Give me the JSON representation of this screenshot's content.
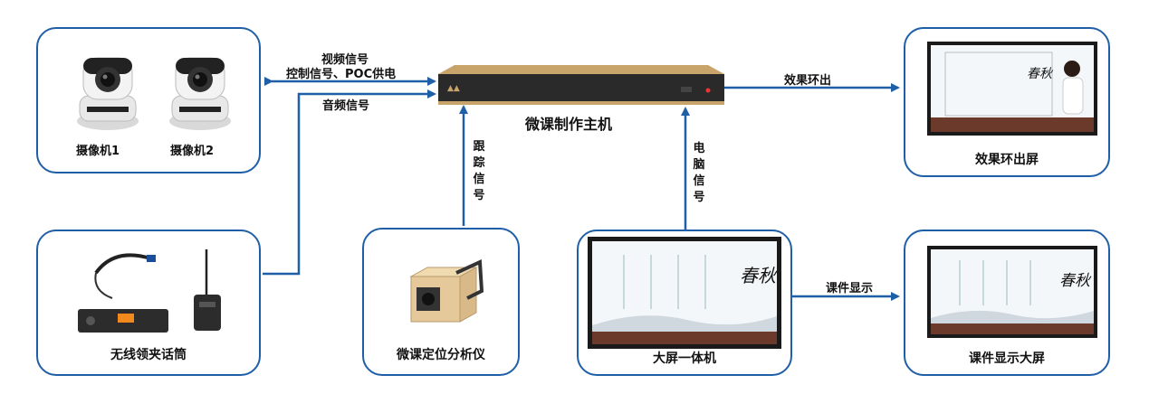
{
  "host": {
    "title": "微课制作主机"
  },
  "nodes": {
    "camera1": "摄像机1",
    "camera2": "摄像机2",
    "wireless_mic": "无线领夹话筒",
    "tracker": "微课定位分析仪",
    "large_screen": "大屏一体机",
    "loop_screen": "效果环出屏",
    "courseware_screen": "课件显示大屏"
  },
  "signals": {
    "video": "视频信号",
    "control": "控制信号、POC供电",
    "audio": "音频信号",
    "tracking": "跟踪信号",
    "pc": "电脑信号",
    "loop_out": "效果环出",
    "courseware": "课件显示"
  },
  "screen_art": {
    "title_art": "春秋"
  },
  "colors": {
    "border": "#1f5fa8",
    "arrow": "#1f5fa8",
    "host_body": "#2a2a2a",
    "host_trim": "#c8a46b"
  }
}
